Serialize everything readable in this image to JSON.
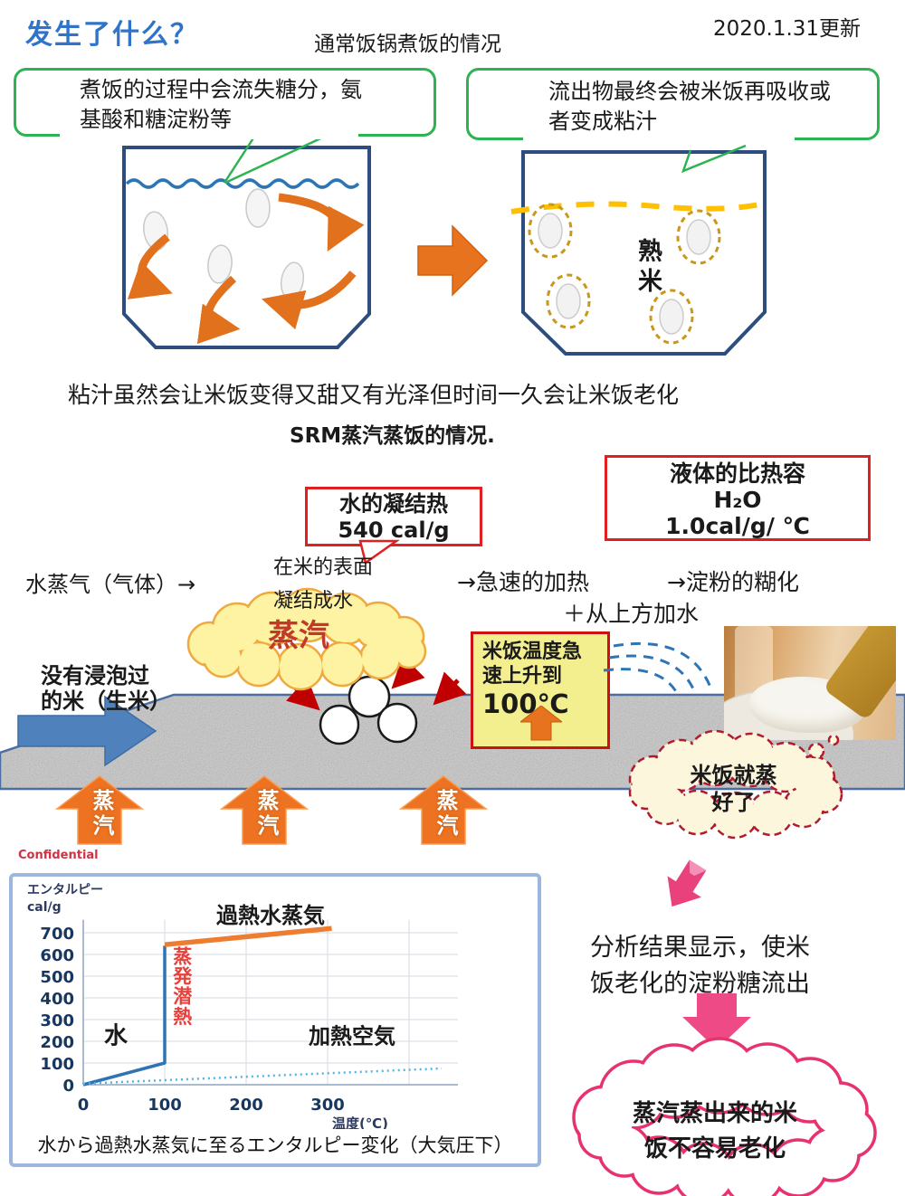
{
  "header": {
    "title": "发生了什么？",
    "subtitle": "通常饭锅煮饭的情况",
    "date": "2020.1.31更新"
  },
  "top_callouts": {
    "left": "煮饭的过程中会流失糖分，氨\n基酸和糖淀粉等",
    "right": "流出物最终会被米饭再吸收或\n者变成粘汁"
  },
  "normal_pot": {
    "cooked_rice_label": "熟米"
  },
  "middle_note": "粘汁虽然会让米饭变得又甜又有光泽但时间一久会让米饭老化",
  "srm_title": "SRM蒸汽蒸饭的情况.",
  "condensation_callout": "水的凝结热\n540 cal/g",
  "specific_heat_box": "液体的比热容\nH₂O\n1.0cal/g/ ℃",
  "flow": {
    "steam_in": "水蒸气（气体）→",
    "surface": "在米的表面\n凝结成水",
    "rapid_heating": "→急速的加热",
    "gelatinization": "→淀粉的糊化",
    "add_water": "＋从上方加水"
  },
  "steam_cloud_label": "蒸汽",
  "raw_rice_label": "没有浸泡过\n的米（生米）",
  "temp_box": {
    "text": "米饭温度急\n速上升到",
    "temp": "100℃"
  },
  "steam_arrow_label": "蒸汽",
  "done_cloud": "米饭就蒸\n好了",
  "confidential": "Confidential",
  "analysis_note": "分析结果显示，使米\n饭老化的淀粉糖流出",
  "conclusion_cloud": "蒸汽蒸出来的米\n饭不容易老化",
  "chart_data": {
    "type": "line",
    "title": "水から過熱水蒸気に至るエンタルピー変化（大気圧下）",
    "ylabel": "エンタルピー\ncal/g",
    "xlabel": "温度(℃)",
    "xlim": [
      0,
      460
    ],
    "ylim": [
      0,
      760
    ],
    "xticks": [
      0,
      100,
      200,
      300
    ],
    "yticks": [
      0,
      100,
      200,
      300,
      400,
      500,
      600,
      700
    ],
    "grid": true,
    "series": [
      {
        "name": "水",
        "color": "#2e74b5",
        "dash": "none",
        "width": 3.5,
        "points": [
          [
            0,
            0
          ],
          [
            100,
            100
          ],
          [
            100,
            640
          ]
        ]
      },
      {
        "name": "過熱水蒸気",
        "color": "#ed7d31",
        "dash": "none",
        "width": 5.5,
        "points": [
          [
            100,
            645
          ],
          [
            305,
            720
          ]
        ]
      },
      {
        "name": "加熱空気",
        "color": "#56b4e0",
        "dash": "2 4",
        "width": 2.5,
        "points": [
          [
            0,
            5
          ],
          [
            440,
            75
          ]
        ]
      }
    ],
    "annotations": [
      {
        "text": "過熱水蒸気",
        "color": "#1a1a1a",
        "size": 24,
        "x": 230,
        "y": 745,
        "anchor": "middle"
      },
      {
        "text": "蒸発潜熱",
        "color": "#e8403a",
        "size": 21,
        "x": 122,
        "y": 560,
        "vertical": true
      },
      {
        "text": "水",
        "color": "#1a1a1a",
        "size": 26,
        "x": 40,
        "y": 190,
        "anchor": "middle"
      },
      {
        "text": "加熱空気",
        "color": "#1a1a1a",
        "size": 24,
        "x": 330,
        "y": 190,
        "anchor": "middle"
      }
    ]
  }
}
